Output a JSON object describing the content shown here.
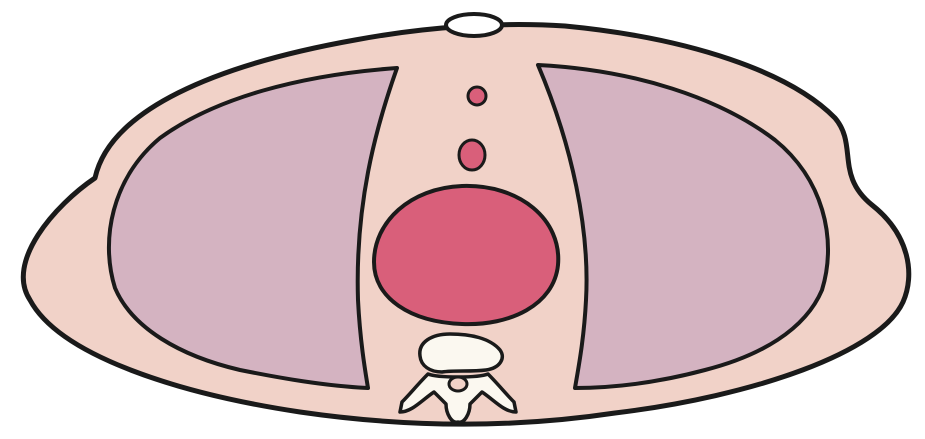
{
  "diagram": {
    "type": "schematic axial cross-section",
    "labels": [],
    "colors": {
      "background": "#ffffff",
      "body": "#f1d2c8",
      "lung": "#d4b3c1",
      "heart": "#d95f7a",
      "vessel": "#d95f7a",
      "sternum": "#ffffff",
      "vertebra": "#fbf8f0",
      "outline": "#1a1a1a"
    },
    "structures": [
      {
        "id": "body-outline"
      },
      {
        "id": "sternum"
      },
      {
        "id": "right-lung"
      },
      {
        "id": "left-lung"
      },
      {
        "id": "small-vessel"
      },
      {
        "id": "medium-vessel"
      },
      {
        "id": "heart"
      },
      {
        "id": "vertebra"
      }
    ]
  }
}
